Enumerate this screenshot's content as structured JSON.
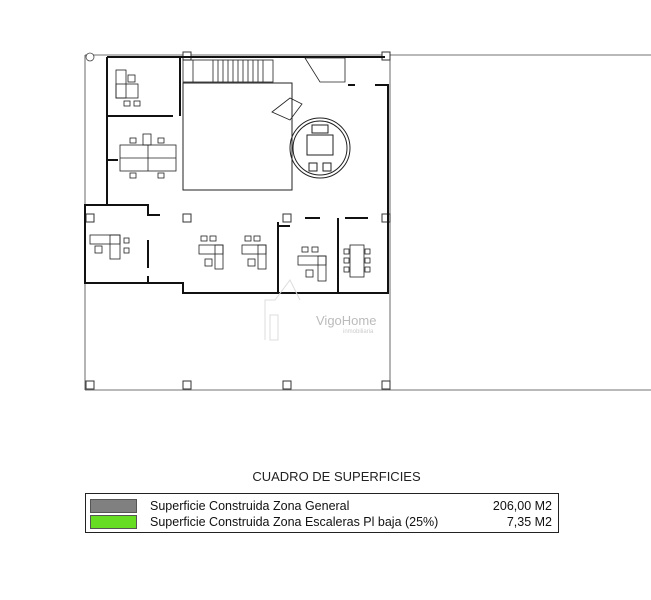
{
  "table": {
    "title": "CUADRO DE SUPERFICIES",
    "rows": [
      {
        "label": "Superficie Construida Zona General",
        "value": "206,00 M2",
        "color": "#808080"
      },
      {
        "label": "Superficie Construida Zona Escaleras Pl baja  (25%)",
        "value": "7,35 M2",
        "color": "#66dd22"
      }
    ]
  },
  "watermark": {
    "brand_a": "Vigo",
    "brand_b": "Home",
    "sub": "inmobiliaria"
  }
}
